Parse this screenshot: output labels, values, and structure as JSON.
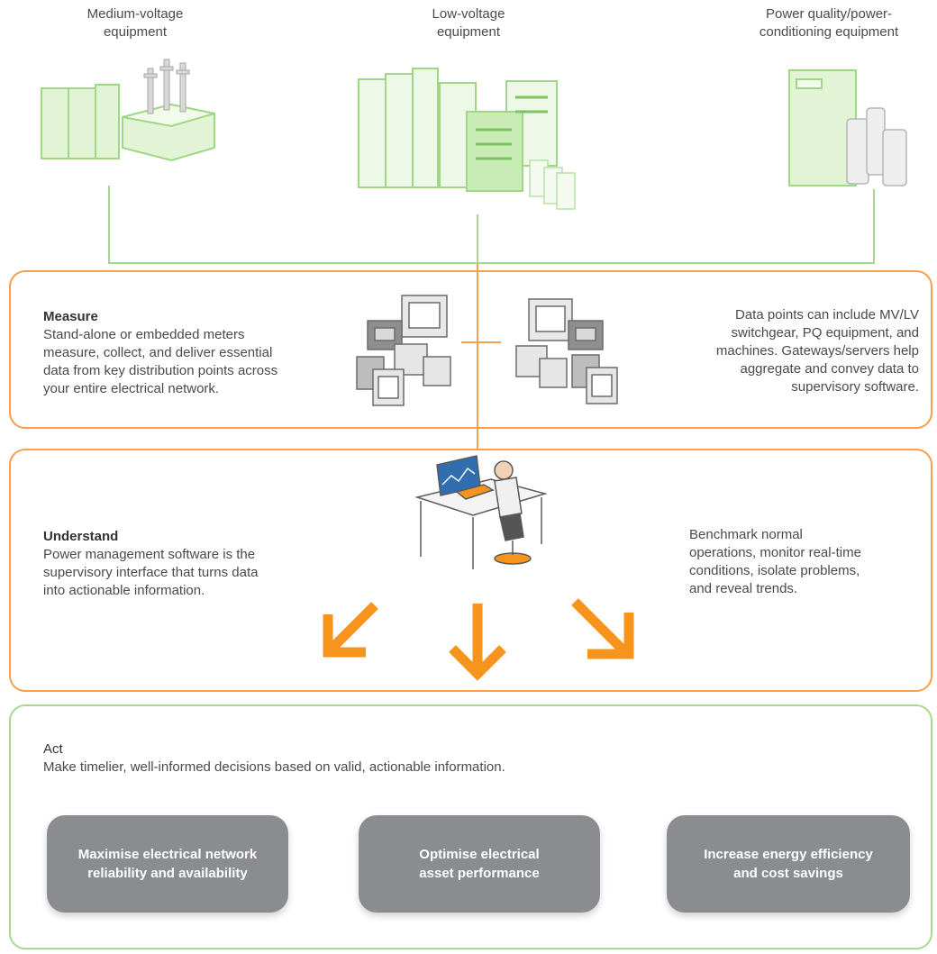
{
  "equipment": {
    "mv": {
      "line1": "Medium-voltage",
      "line2": "equipment",
      "icon": "medium-voltage-equipment-icon"
    },
    "lv": {
      "line1": "Low-voltage",
      "line2": "equipment",
      "icon": "low-voltage-equipment-icon"
    },
    "pq": {
      "line1": "Power quality/power-",
      "line2": "conditioning equipment",
      "icon": "power-quality-equipment-icon"
    }
  },
  "measure": {
    "title": "Measure",
    "description": [
      "Stand-alone or embedded meters",
      "measure, collect, and deliver essential",
      "data from key distribution points across",
      "your entire electrical network."
    ],
    "note": [
      "Data points can include MV/LV",
      "switchgear, PQ equipment, and",
      "machines. Gateways/servers help",
      "aggregate and convey data to",
      "supervisory software."
    ]
  },
  "understand": {
    "title": "Understand",
    "description": [
      "Power management software is the",
      "supervisory interface that turns data",
      "into actionable information."
    ],
    "note": [
      "Benchmark normal",
      "operations, monitor real-time",
      "conditions, isolate problems,",
      "and reveal trends."
    ]
  },
  "act": {
    "title": "Act",
    "description": "Make timelier, well-informed decisions based on valid, actionable information.",
    "outcomes": [
      {
        "line1": "Maximise electrical network",
        "line2": "reliability and availability"
      },
      {
        "line1": "Optimise electrical",
        "line2": "asset performance"
      },
      {
        "line1": "Increase energy efficiency",
        "line2": "and cost savings"
      }
    ]
  },
  "colors": {
    "green": "#a8d890",
    "orange": "#f6a04d",
    "arrow": "#f7941d",
    "outcome_box": "#8a8c8f"
  }
}
